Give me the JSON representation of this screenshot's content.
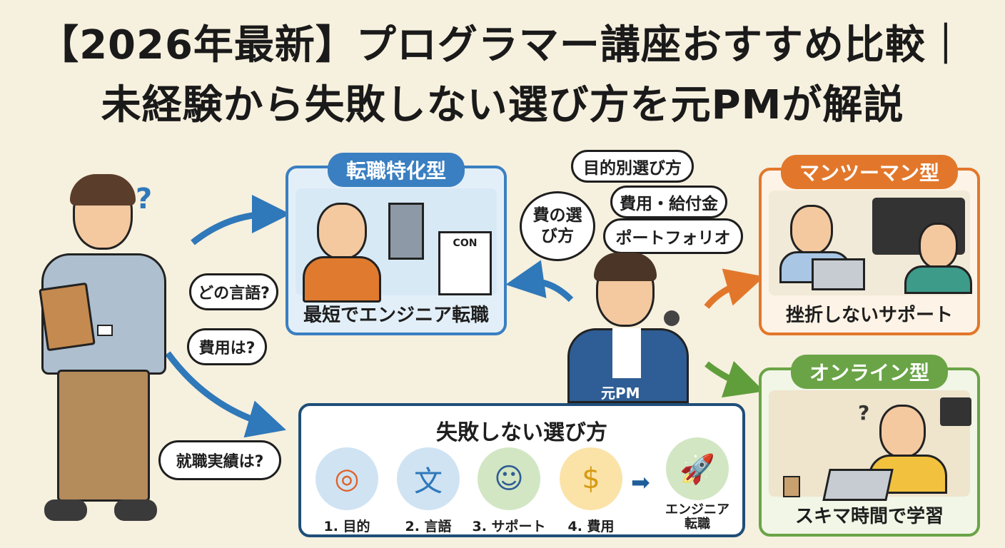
{
  "title": {
    "line1": "【2026年最新】プログラマー講座おすすめ比較｜",
    "line2": "未経験から失敗しない選び方を元PMが解説"
  },
  "learner": {
    "question_mark": "?",
    "questions": [
      "どの言語?",
      "費用は?",
      "就職実績は?"
    ]
  },
  "pm": {
    "label": "元PM",
    "bubbles": [
      "目的別選び方",
      "費用・給付金",
      "ポートフォリオ",
      "費の選び方"
    ]
  },
  "cards": {
    "career": {
      "title": "転職特化型",
      "caption": "最短でエンジニア転職",
      "doc_label": "CON",
      "color": "#3a7fc1"
    },
    "mentor": {
      "title": "マンツーマン型",
      "caption": "挫折しないサポート",
      "color": "#e2772b"
    },
    "online": {
      "title": "オンライン型",
      "caption": "スキマ時間で学習",
      "question_mark": "?",
      "color": "#6aa446"
    }
  },
  "steps": {
    "title": "失敗しない選び方",
    "items": [
      {
        "label": "1. 目的",
        "icon": "target-icon"
      },
      {
        "label": "2. 言語",
        "icon": "chat-translate-icon"
      },
      {
        "label": "3. サポート",
        "icon": "headset-support-icon"
      },
      {
        "label": "4. 費用",
        "icon": "money-hand-icon"
      }
    ],
    "goal": {
      "line1": "エンジニア",
      "line2": "転職",
      "icon": "rocket-icon"
    }
  }
}
